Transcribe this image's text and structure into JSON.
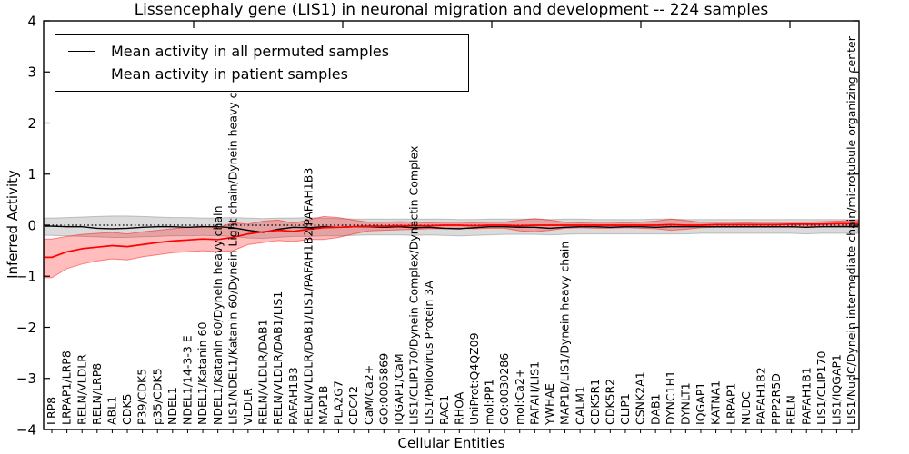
{
  "chart_data": {
    "type": "line",
    "title": "Lissencephaly gene (LIS1) in neuronal migration and development -- 224 samples",
    "xlabel": "Cellular Entities",
    "ylabel": "Inferred Activity",
    "ylim": [
      -4,
      4
    ],
    "yticks": [
      4,
      3,
      2,
      1,
      0,
      -1,
      -2,
      -3,
      -4
    ],
    "grid": false,
    "legend_position": "upper left",
    "zero_line": true,
    "zero_line_color": "#000000",
    "categories": [
      "LRP8",
      "LRPAP1/LRP8",
      "RELN/VLDLR",
      "RELN/LRP8",
      "ABL1",
      "CDK5",
      "P39/CDK5",
      "p35/CDK5",
      "NDEL1",
      "NDEL1/14-3-3 E",
      "NDEL1/Katanin 60",
      "NDEL1/Katanin 60/Dynein heavy chain",
      "LIS1/NDEL1/Katanin 60/Dynein Light chain/Dynein heavy chain",
      "VLDLR",
      "RELN/VLDLR/DAB1",
      "RELN/VLDLR/DAB1/LIS1",
      "PAFAH1B3",
      "RELN/VLDLR/DAB1/LIS1/PAFAH1B2/PAFAH1B3",
      "MAP1B",
      "PLA2G7",
      "CDC42",
      "CaM/Ca2+",
      "GO:0005869",
      "IQGAP1/CaM",
      "LIS1/CLIP170/Dynein Complex/Dynactin Complex",
      "LIS1/Poliovirus Protein 3A",
      "RAC1",
      "RHOA",
      "UniProt:Q4QZ09",
      "mol:PP1",
      "GO:0030286",
      "mol:Ca2+",
      "PAFAH/LIS1",
      "YWHAE",
      "MAP1B/LIS1/Dynein heavy chain",
      "CALM1",
      "CDK5R1",
      "CDK5R2",
      "CLIP1",
      "CSNK2A1",
      "DAB1",
      "DYNC1H1",
      "DYNLT1",
      "IQGAP1",
      "KATNA1",
      "LRPAP1",
      "NUDC",
      "PAFAH1B2",
      "PPP2R5D",
      "RELN",
      "PAFAH1B1",
      "LIS1/CLIP170",
      "LIS1/IQGAP1",
      "LIS1/NudC/Dynein intermediate chain/microtubule organizing center"
    ],
    "series": [
      {
        "name": "Mean activity in all permuted samples",
        "color": "#000000",
        "band_fill": "rgba(0,0,0,0.14)",
        "band_edge": "rgba(0,0,0,0.20)",
        "values": [
          -0.02,
          -0.03,
          -0.03,
          -0.06,
          -0.07,
          -0.06,
          -0.04,
          -0.03,
          -0.03,
          -0.04,
          -0.03,
          -0.03,
          -0.05,
          -0.1,
          -0.14,
          -0.08,
          -0.04,
          -0.05,
          -0.03,
          -0.04,
          -0.03,
          -0.03,
          -0.04,
          -0.03,
          -0.05,
          -0.04,
          -0.06,
          -0.07,
          -0.05,
          -0.03,
          -0.03,
          -0.04,
          -0.04,
          -0.06,
          -0.04,
          -0.03,
          -0.03,
          -0.04,
          -0.03,
          -0.03,
          -0.04,
          -0.03,
          -0.03,
          -0.03,
          -0.03,
          -0.03,
          -0.03,
          -0.03,
          -0.03,
          -0.03,
          -0.04,
          -0.03,
          -0.03,
          -0.03
        ],
        "band_upper": [
          0.14,
          0.15,
          0.16,
          0.17,
          0.18,
          0.18,
          0.17,
          0.16,
          0.15,
          0.15,
          0.14,
          0.14,
          0.15,
          0.14,
          0.13,
          0.14,
          0.14,
          0.15,
          0.14,
          0.13,
          0.12,
          0.12,
          0.12,
          0.12,
          0.12,
          0.12,
          0.12,
          0.11,
          0.11,
          0.12,
          0.12,
          0.12,
          0.12,
          0.11,
          0.12,
          0.12,
          0.11,
          0.11,
          0.11,
          0.11,
          0.12,
          0.12,
          0.11,
          0.11,
          0.11,
          0.11,
          0.11,
          0.11,
          0.11,
          0.11,
          0.11,
          0.11,
          0.11,
          0.11
        ],
        "band_lower": [
          -0.2,
          -0.21,
          -0.22,
          -0.23,
          -0.24,
          -0.24,
          -0.23,
          -0.22,
          -0.21,
          -0.21,
          -0.2,
          -0.21,
          -0.22,
          -0.25,
          -0.26,
          -0.24,
          -0.22,
          -0.22,
          -0.21,
          -0.21,
          -0.2,
          -0.19,
          -0.19,
          -0.19,
          -0.2,
          -0.19,
          -0.2,
          -0.21,
          -0.2,
          -0.19,
          -0.18,
          -0.18,
          -0.18,
          -0.19,
          -0.18,
          -0.17,
          -0.17,
          -0.17,
          -0.17,
          -0.17,
          -0.17,
          -0.17,
          -0.17,
          -0.16,
          -0.16,
          -0.16,
          -0.16,
          -0.16,
          -0.16,
          -0.16,
          -0.17,
          -0.16,
          -0.16,
          -0.16
        ]
      },
      {
        "name": "Mean activity in patient samples",
        "color": "#ff0000",
        "band_fill": "rgba(255,0,0,0.26)",
        "band_edge": "rgba(255,0,0,0.45)",
        "values": [
          -0.63,
          -0.52,
          -0.46,
          -0.43,
          -0.4,
          -0.42,
          -0.38,
          -0.34,
          -0.31,
          -0.29,
          -0.27,
          -0.28,
          -0.24,
          -0.17,
          -0.13,
          -0.1,
          -0.12,
          -0.08,
          -0.05,
          -0.04,
          -0.03,
          -0.02,
          -0.02,
          -0.01,
          -0.01,
          -0.01,
          0.0,
          0.0,
          -0.01,
          0.0,
          0.0,
          -0.01,
          0.0,
          0.0,
          0.0,
          0.0,
          0.0,
          0.0,
          0.0,
          0.0,
          0.0,
          0.01,
          0.0,
          0.0,
          0.01,
          0.01,
          0.01,
          0.01,
          0.01,
          0.02,
          0.02,
          0.02,
          0.03,
          0.03
        ],
        "band_upper": [
          -0.27,
          -0.22,
          -0.18,
          -0.16,
          -0.14,
          -0.17,
          -0.13,
          -0.1,
          -0.07,
          -0.04,
          -0.02,
          -0.05,
          0.05,
          0.02,
          0.08,
          0.1,
          0.04,
          0.1,
          0.17,
          0.15,
          0.1,
          0.06,
          0.06,
          0.07,
          0.06,
          0.05,
          0.06,
          0.06,
          0.05,
          0.06,
          0.06,
          0.1,
          0.13,
          0.1,
          0.06,
          0.05,
          0.06,
          0.06,
          0.05,
          0.06,
          0.08,
          0.12,
          0.09,
          0.06,
          0.06,
          0.06,
          0.05,
          0.06,
          0.06,
          0.06,
          0.06,
          0.07,
          0.08,
          0.09
        ],
        "band_lower": [
          -1.03,
          -0.85,
          -0.76,
          -0.7,
          -0.66,
          -0.68,
          -0.62,
          -0.58,
          -0.54,
          -0.52,
          -0.5,
          -0.52,
          -0.5,
          -0.38,
          -0.34,
          -0.3,
          -0.32,
          -0.28,
          -0.28,
          -0.24,
          -0.17,
          -0.11,
          -0.1,
          -0.09,
          -0.08,
          -0.07,
          -0.07,
          -0.06,
          -0.07,
          -0.06,
          -0.06,
          -0.11,
          -0.13,
          -0.1,
          -0.06,
          -0.05,
          -0.06,
          -0.06,
          -0.05,
          -0.06,
          -0.07,
          -0.1,
          -0.08,
          -0.05,
          -0.04,
          -0.04,
          -0.04,
          -0.04,
          -0.04,
          -0.04,
          -0.03,
          -0.03,
          -0.02,
          -0.02
        ]
      }
    ]
  }
}
